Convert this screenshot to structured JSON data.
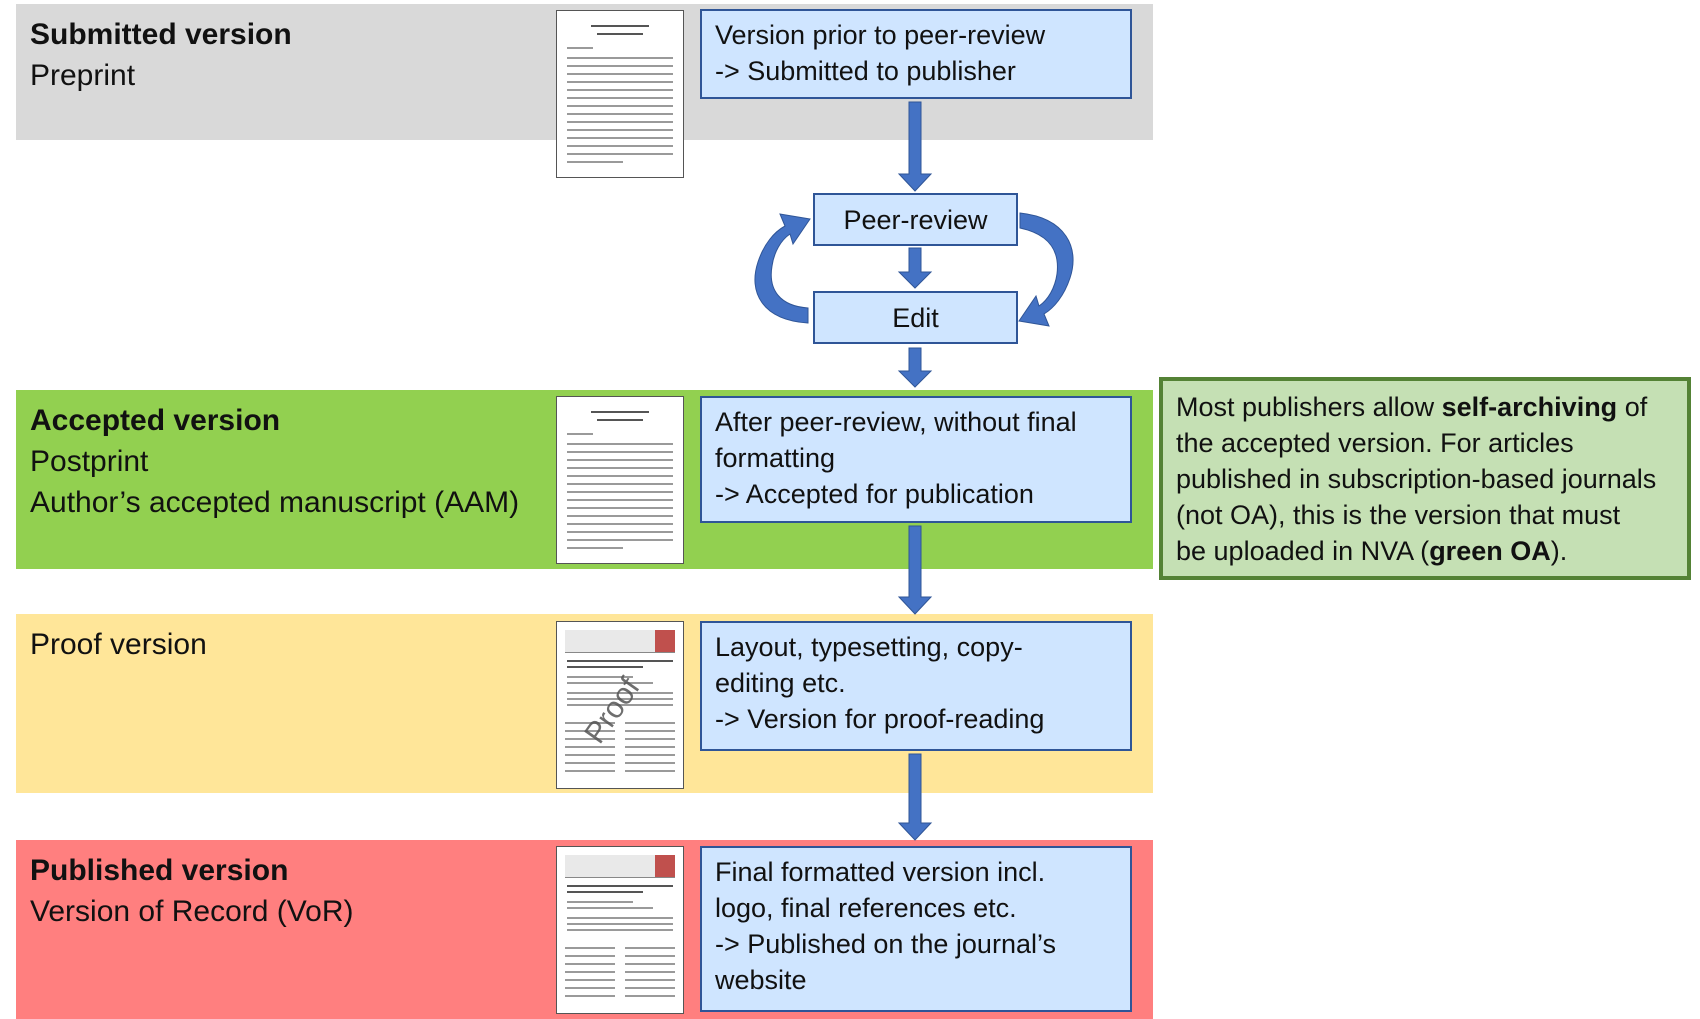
{
  "stages": {
    "submitted": {
      "title": "Submitted version",
      "subtitle_lines": [
        "Preprint"
      ],
      "description_lines": [
        "Version prior to peer-review",
        "-> Submitted to publisher"
      ],
      "color": "#d9d9d9"
    },
    "accepted": {
      "title": "Accepted version",
      "subtitle_lines": [
        "Postprint",
        "Author’s accepted manuscript (AAM)"
      ],
      "description_lines": [
        "After peer-review, without final",
        "formatting",
        "-> Accepted for publication"
      ],
      "color": "#92d050"
    },
    "proof": {
      "title": "Proof version",
      "description_lines": [
        "Layout, typesetting, copy-",
        "editing etc.",
        "-> Version for proof-reading"
      ],
      "watermark": "Proof",
      "color": "#ffe699"
    },
    "published": {
      "title": "Published version",
      "subtitle_lines": [
        "Version of Record (VoR)"
      ],
      "description_lines": [
        "Final formatted version incl.",
        "logo, final references etc.",
        "-> Published on the journal’s",
        "website"
      ],
      "color": "#ff7f7f"
    }
  },
  "review_loop": {
    "peer_review": "Peer-review",
    "edit": "Edit"
  },
  "note": {
    "line1_pre": "Most publishers allow ",
    "line1_bold": "self-archiving",
    "line1_post": " of",
    "line2": "the accepted version. For articles",
    "line3": "published in subscription-based journals",
    "line4": "(not OA), this is the version that must",
    "line5_pre": "be uploaded in NVA (",
    "line5_bold": "green OA",
    "line5_post": ")."
  },
  "colors": {
    "box_fill": "#cfe5ff",
    "box_border": "#2f5597",
    "arrow": "#4472c4",
    "note_fill": "#c5e0b4",
    "note_border": "#548235"
  }
}
